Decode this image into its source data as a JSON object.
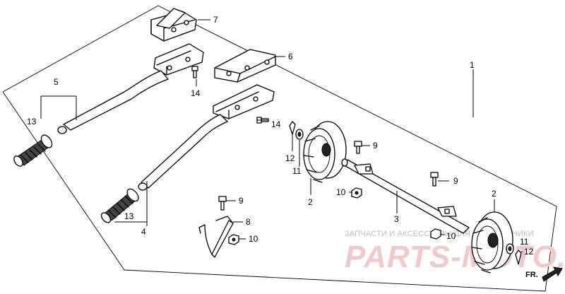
{
  "labels": {
    "p1": "1",
    "p2a": "2",
    "p2b": "2",
    "p3": "3",
    "p4": "4",
    "p5": "5",
    "p6": "6",
    "p7": "7",
    "p8": "8",
    "p9a": "9",
    "p9b": "9",
    "p9c": "9",
    "p10a": "10",
    "p10b": "10",
    "p10c": "10",
    "p11a": "11",
    "p11b": "11",
    "p12a": "12",
    "p12b": "12",
    "p13a": "13",
    "p13b": "13",
    "p14a": "14",
    "p14b": "14"
  },
  "watermark": {
    "line1": "ЗАПЧАСТИ И АКСЕССУАРЫ ДЛЯ МОТОТЕХНИКИ",
    "line2": "PARTS-MOTO.RU"
  },
  "direction": {
    "label": "FR."
  }
}
